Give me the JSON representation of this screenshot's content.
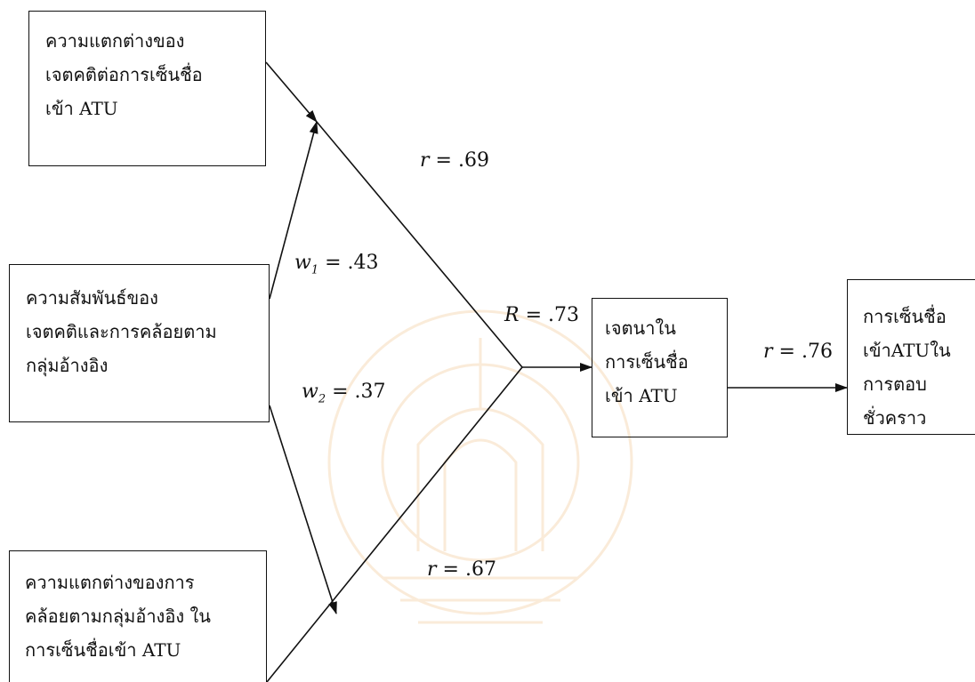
{
  "nodes": {
    "attitude_difference": {
      "lines": [
        "ความแตกต่างของ",
        "เจตคติต่อการเซ็นชื่อ",
        "เข้า ATU"
      ]
    },
    "attitude_norm_relation": {
      "lines": [
        "ความสัมพันธ์ของ",
        "เจตคติและการคล้อยตาม",
        "กลุ่มอ้างอิง"
      ]
    },
    "norm_difference": {
      "lines": [
        "ความแตกต่างของการ",
        "คล้อยตามกลุ่มอ้างอิง ใน",
        "การเซ็นชื่อเข้า ATU"
      ]
    },
    "intention": {
      "lines": [
        "เจตนาใน",
        "การเซ็นชื่อ",
        "เข้า ATU"
      ]
    },
    "outcome": {
      "lines": [
        "การเซ็นชื่อ",
        "เข้าATUใน",
        "การตอบ",
        "ชั่วคราว"
      ]
    }
  },
  "coefficients": {
    "r1": {
      "symbol": "r",
      "sub": "",
      "text": " = .69"
    },
    "w1": {
      "symbol": "w",
      "sub": "1",
      "text": " = .43"
    },
    "R": {
      "symbol": "R",
      "sub": "",
      "text": " = .73"
    },
    "w2": {
      "symbol": "w",
      "sub": "2",
      "text": " = .37"
    },
    "r2": {
      "symbol": "r",
      "sub": "",
      "text": " = .67"
    },
    "r3": {
      "symbol": "r",
      "sub": "",
      "text": " = .76"
    }
  },
  "colors": {
    "line": "#111111",
    "watermark": "#f2c894"
  }
}
